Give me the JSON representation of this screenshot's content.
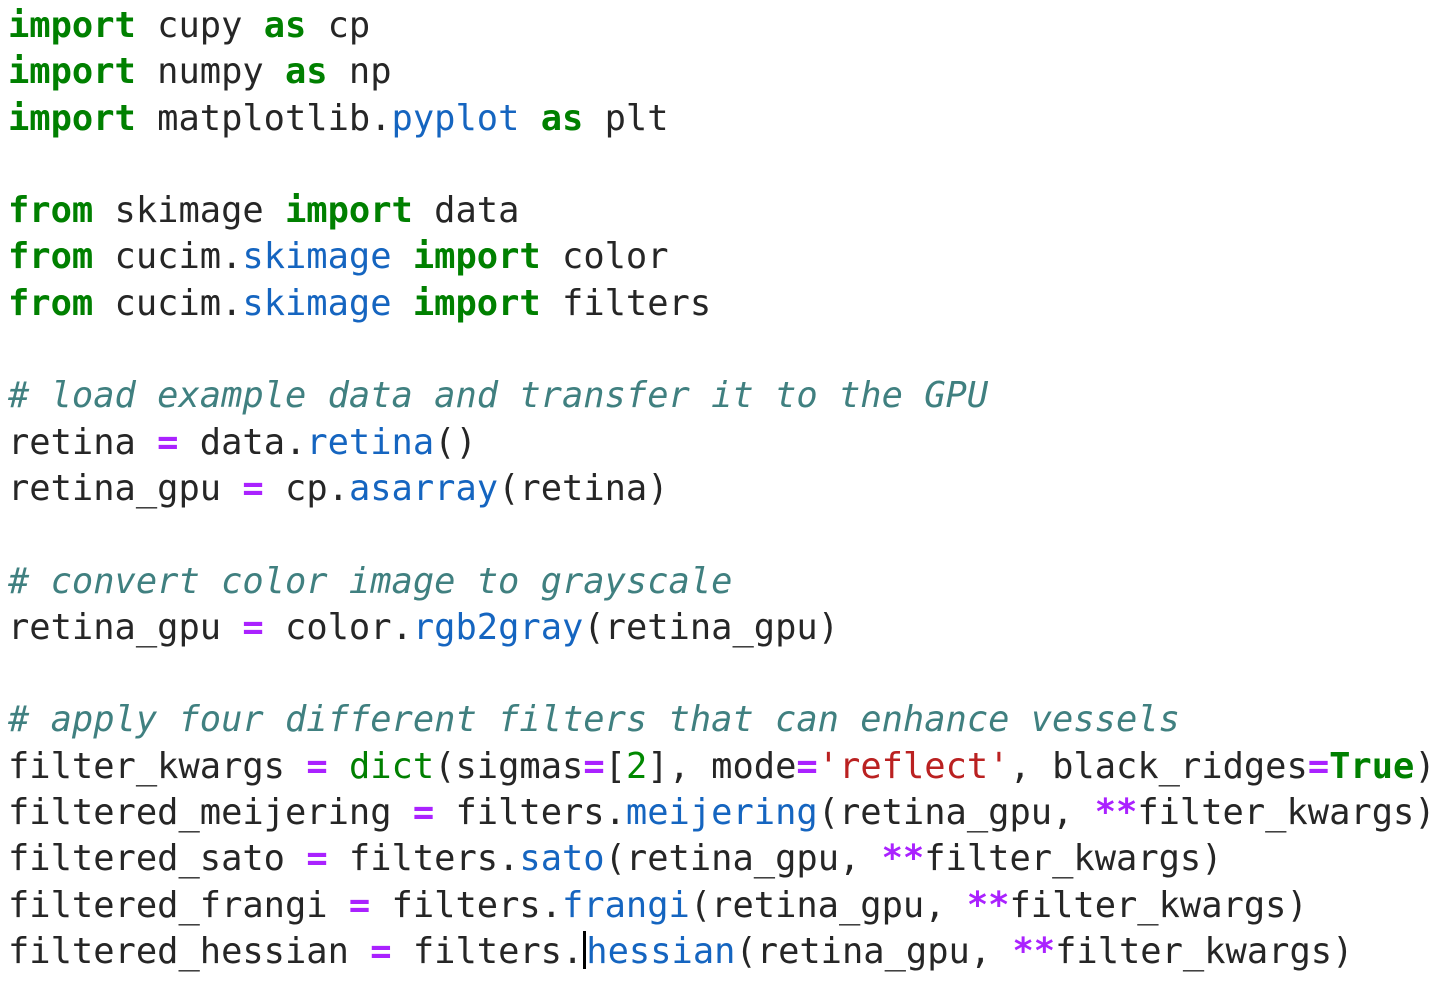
{
  "editor": {
    "type": "code-cell",
    "language": "python",
    "background": "#ffffff",
    "cursor": {
      "visible": true,
      "line_index": 20,
      "after_text": "filtered_hessian = filters."
    },
    "colors": {
      "kw": "#008000",
      "builtin": "#008000",
      "num": "#008800",
      "prop": "#1565c0",
      "op": "#aa22ff",
      "str": "#ba2121",
      "cmt": "#408080",
      "txt": "#262626",
      "caret": "#000000"
    },
    "lines": [
      [
        [
          "kw",
          "import"
        ],
        [
          "txt",
          " cupy "
        ],
        [
          "kw",
          "as"
        ],
        [
          "txt",
          " cp"
        ]
      ],
      [
        [
          "kw",
          "import"
        ],
        [
          "txt",
          " numpy "
        ],
        [
          "kw",
          "as"
        ],
        [
          "txt",
          " np"
        ]
      ],
      [
        [
          "kw",
          "import"
        ],
        [
          "txt",
          " matplotlib."
        ],
        [
          "prop",
          "pyplot"
        ],
        [
          "txt",
          " "
        ],
        [
          "kw",
          "as"
        ],
        [
          "txt",
          " plt"
        ]
      ],
      [],
      [
        [
          "kw",
          "from"
        ],
        [
          "txt",
          " skimage "
        ],
        [
          "kw",
          "import"
        ],
        [
          "txt",
          " data"
        ]
      ],
      [
        [
          "kw",
          "from"
        ],
        [
          "txt",
          " cucim."
        ],
        [
          "prop",
          "skimage"
        ],
        [
          "txt",
          " "
        ],
        [
          "kw",
          "import"
        ],
        [
          "txt",
          " color"
        ]
      ],
      [
        [
          "kw",
          "from"
        ],
        [
          "txt",
          " cucim."
        ],
        [
          "prop",
          "skimage"
        ],
        [
          "txt",
          " "
        ],
        [
          "kw",
          "import"
        ],
        [
          "txt",
          " filters"
        ]
      ],
      [],
      [
        [
          "cmt",
          "# load example data and transfer it to the GPU"
        ]
      ],
      [
        [
          "txt",
          "retina "
        ],
        [
          "op",
          "="
        ],
        [
          "txt",
          " data."
        ],
        [
          "prop",
          "retina"
        ],
        [
          "txt",
          "()"
        ]
      ],
      [
        [
          "txt",
          "retina_gpu "
        ],
        [
          "op",
          "="
        ],
        [
          "txt",
          " cp."
        ],
        [
          "prop",
          "asarray"
        ],
        [
          "txt",
          "(retina)"
        ]
      ],
      [],
      [
        [
          "cmt",
          "# convert color image to grayscale"
        ]
      ],
      [
        [
          "txt",
          "retina_gpu "
        ],
        [
          "op",
          "="
        ],
        [
          "txt",
          " color."
        ],
        [
          "prop",
          "rgb2gray"
        ],
        [
          "txt",
          "(retina_gpu)"
        ]
      ],
      [],
      [
        [
          "cmt",
          "# apply four different filters that can enhance vessels"
        ]
      ],
      [
        [
          "txt",
          "filter_kwargs "
        ],
        [
          "op",
          "="
        ],
        [
          "txt",
          " "
        ],
        [
          "builtin",
          "dict"
        ],
        [
          "txt",
          "(sigmas"
        ],
        [
          "op",
          "="
        ],
        [
          "txt",
          "["
        ],
        [
          "num",
          "2"
        ],
        [
          "txt",
          "], mode"
        ],
        [
          "op",
          "="
        ],
        [
          "str",
          "'reflect'"
        ],
        [
          "txt",
          ", black_ridges"
        ],
        [
          "op",
          "="
        ],
        [
          "kw",
          "True"
        ],
        [
          "txt",
          ")"
        ]
      ],
      [
        [
          "txt",
          "filtered_meijering "
        ],
        [
          "op",
          "="
        ],
        [
          "txt",
          " filters."
        ],
        [
          "prop",
          "meijering"
        ],
        [
          "txt",
          "(retina_gpu, "
        ],
        [
          "op",
          "**"
        ],
        [
          "txt",
          "filter_kwargs)"
        ]
      ],
      [
        [
          "txt",
          "filtered_sato "
        ],
        [
          "op",
          "="
        ],
        [
          "txt",
          " filters."
        ],
        [
          "prop",
          "sato"
        ],
        [
          "txt",
          "(retina_gpu, "
        ],
        [
          "op",
          "**"
        ],
        [
          "txt",
          "filter_kwargs)"
        ]
      ],
      [
        [
          "txt",
          "filtered_frangi "
        ],
        [
          "op",
          "="
        ],
        [
          "txt",
          " filters."
        ],
        [
          "prop",
          "frangi"
        ],
        [
          "txt",
          "(retina_gpu, "
        ],
        [
          "op",
          "**"
        ],
        [
          "txt",
          "filter_kwargs)"
        ]
      ],
      [
        [
          "txt",
          "filtered_hessian "
        ],
        [
          "op",
          "="
        ],
        [
          "txt",
          " filters."
        ],
        [
          "caret",
          ""
        ],
        [
          "prop",
          "hessian"
        ],
        [
          "txt",
          "(retina_gpu, "
        ],
        [
          "op",
          "**"
        ],
        [
          "txt",
          "filter_kwargs)"
        ]
      ]
    ]
  }
}
